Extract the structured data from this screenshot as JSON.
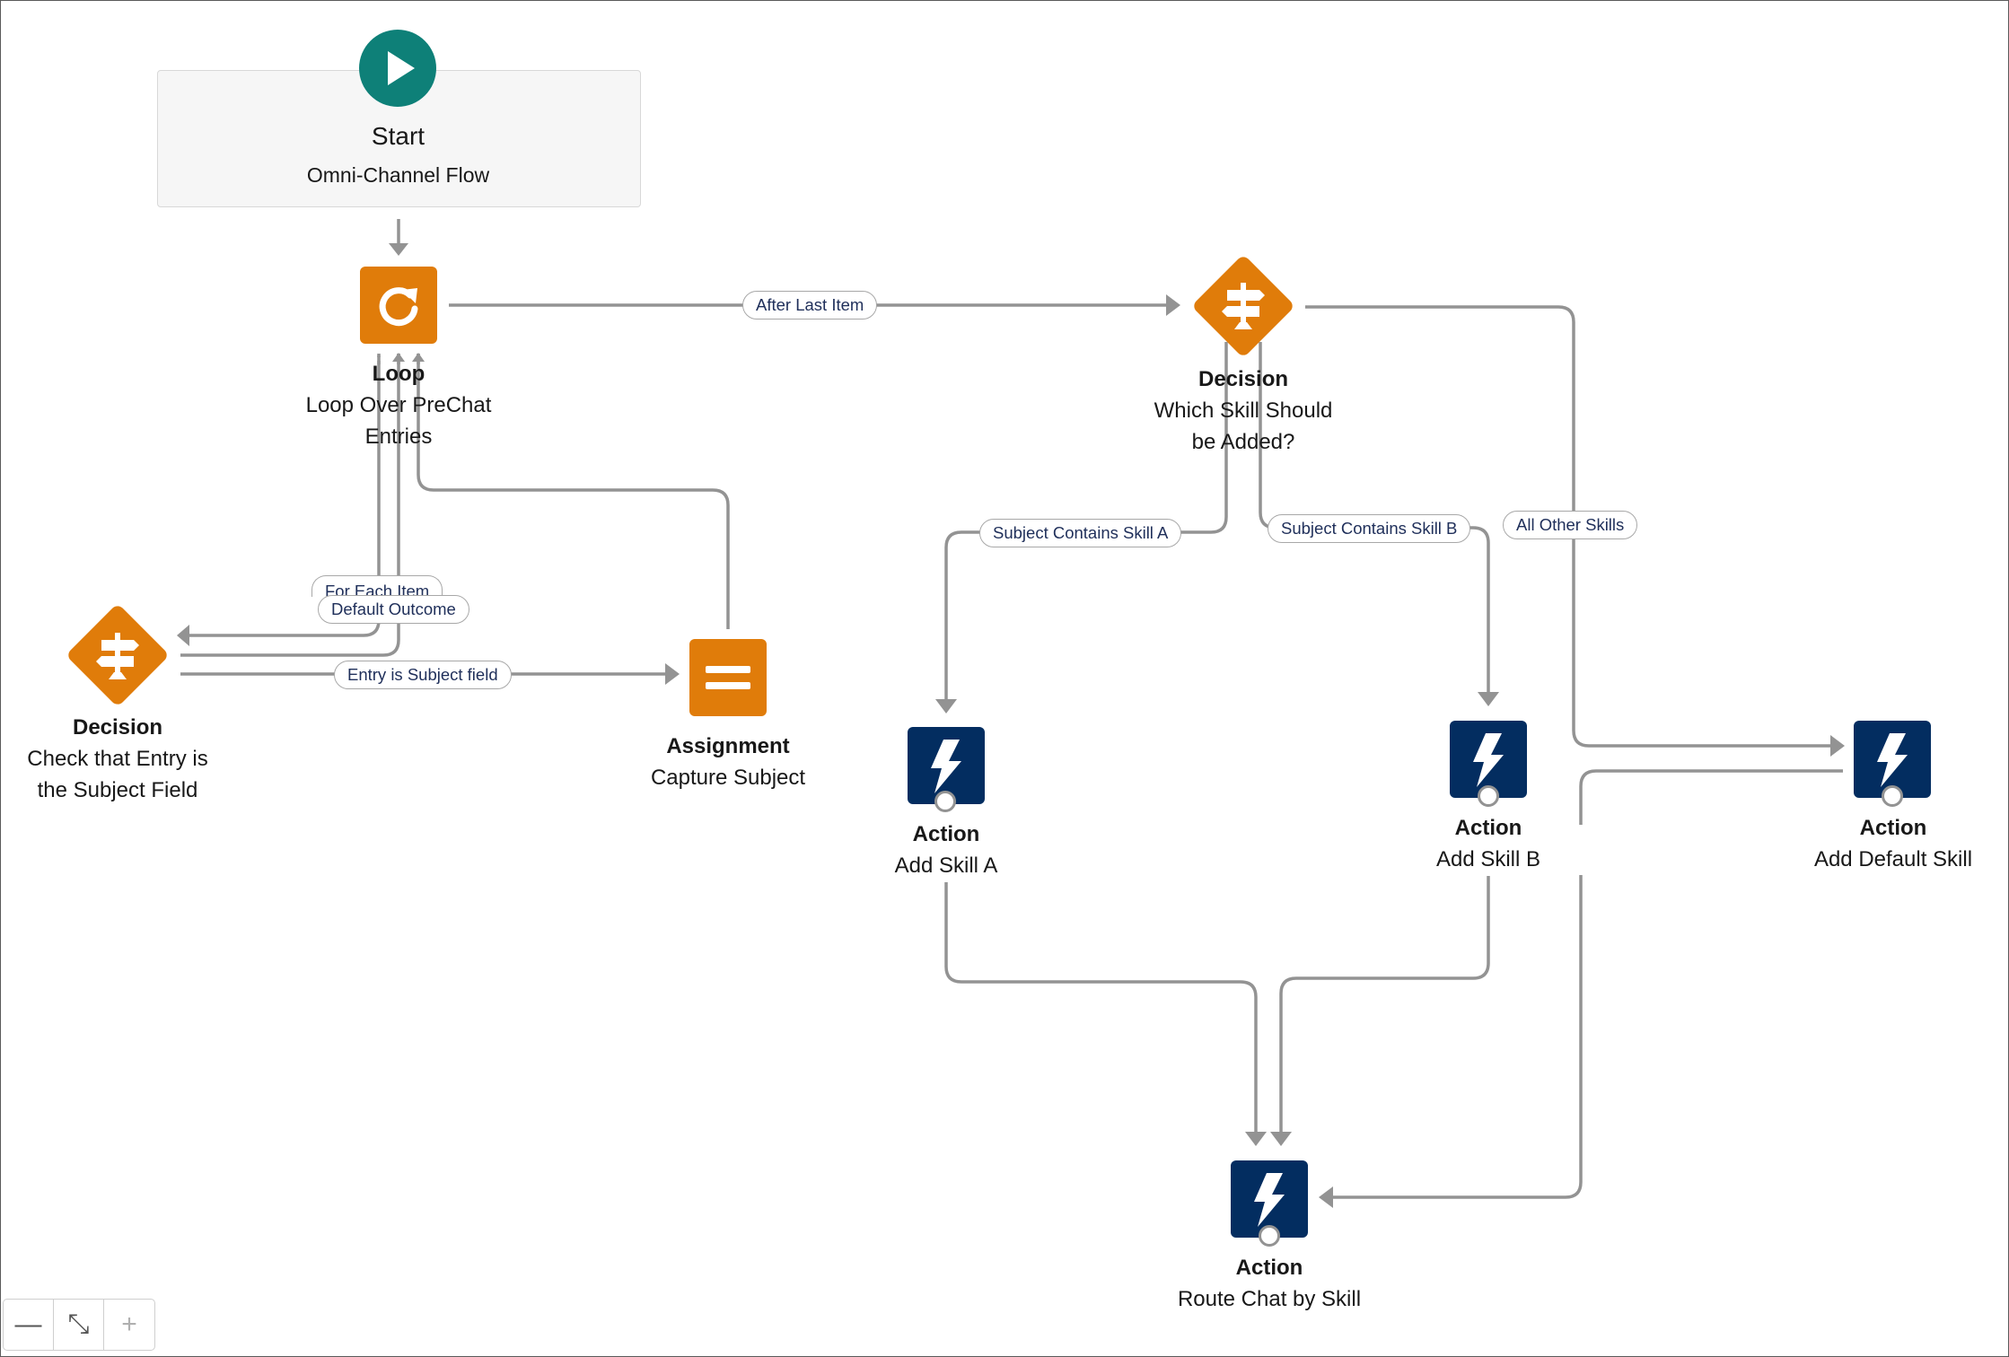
{
  "start": {
    "title": "Start",
    "subtitle": "Omni-Channel Flow"
  },
  "nodes": {
    "loop": {
      "type": "Loop",
      "name_line1": "Loop Over PreChat",
      "name_line2": "Entries"
    },
    "decision_subject": {
      "type": "Decision",
      "name_line1": "Check that Entry is",
      "name_line2": "the Subject Field"
    },
    "assignment": {
      "type": "Assignment",
      "name_line1": "Capture Subject"
    },
    "decision_skill": {
      "type": "Decision",
      "name_line1": "Which Skill Should",
      "name_line2": "be Added?"
    },
    "action_a": {
      "type": "Action",
      "name_line1": "Add Skill A"
    },
    "action_b": {
      "type": "Action",
      "name_line1": "Add Skill B"
    },
    "action_default": {
      "type": "Action",
      "name_line1": "Add Default Skill"
    },
    "action_route": {
      "type": "Action",
      "name_line1": "Route Chat by Skill"
    }
  },
  "connectors": {
    "after_last_item": "After Last Item",
    "for_each_item": "For Each Item",
    "default_outcome": "Default Outcome",
    "entry_is_subject": "Entry is Subject field",
    "subject_skill_a": "Subject Contains Skill A",
    "subject_skill_b": "Subject Contains Skill B",
    "all_other_skills": "All Other Skills"
  },
  "zoom_controls": {
    "zoom_out": "—",
    "fit": "⤡",
    "zoom_in": "+"
  },
  "colors": {
    "logic_orange": "#e07c0a",
    "action_navy": "#032d60",
    "start_teal": "#0e8078",
    "connector_gray": "#939393"
  },
  "icons": {
    "start": "play-icon",
    "loop": "loop-icon",
    "decision": "signpost-icon",
    "assignment": "equals-icon",
    "action": "lightning-bolt-icon"
  }
}
